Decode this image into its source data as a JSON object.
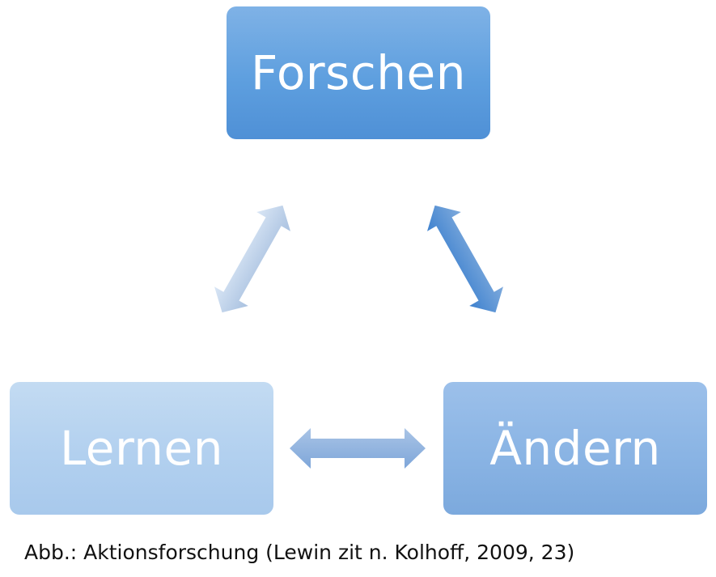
{
  "diagram": {
    "nodes": {
      "forschen": "Forschen",
      "lernen": "Lernen",
      "aendern": "Ändern"
    },
    "connections": [
      {
        "from": "Lernen",
        "to": "Forschen",
        "type": "bidirectional"
      },
      {
        "from": "Forschen",
        "to": "Ändern",
        "type": "bidirectional"
      },
      {
        "from": "Lernen",
        "to": "Ändern",
        "type": "bidirectional"
      }
    ],
    "caption": "Abb.: Aktionsforschung (Lewin zit n. Kolhoff, 2009, 23)"
  },
  "colors": {
    "forschen": "#5e9fdf",
    "lernen": "#b2d0ef",
    "aendern": "#8ab4e4",
    "arrow_light": "#c9dbef",
    "arrow_mid": "#8fb2de",
    "arrow_dark": "#4a8ad2"
  }
}
